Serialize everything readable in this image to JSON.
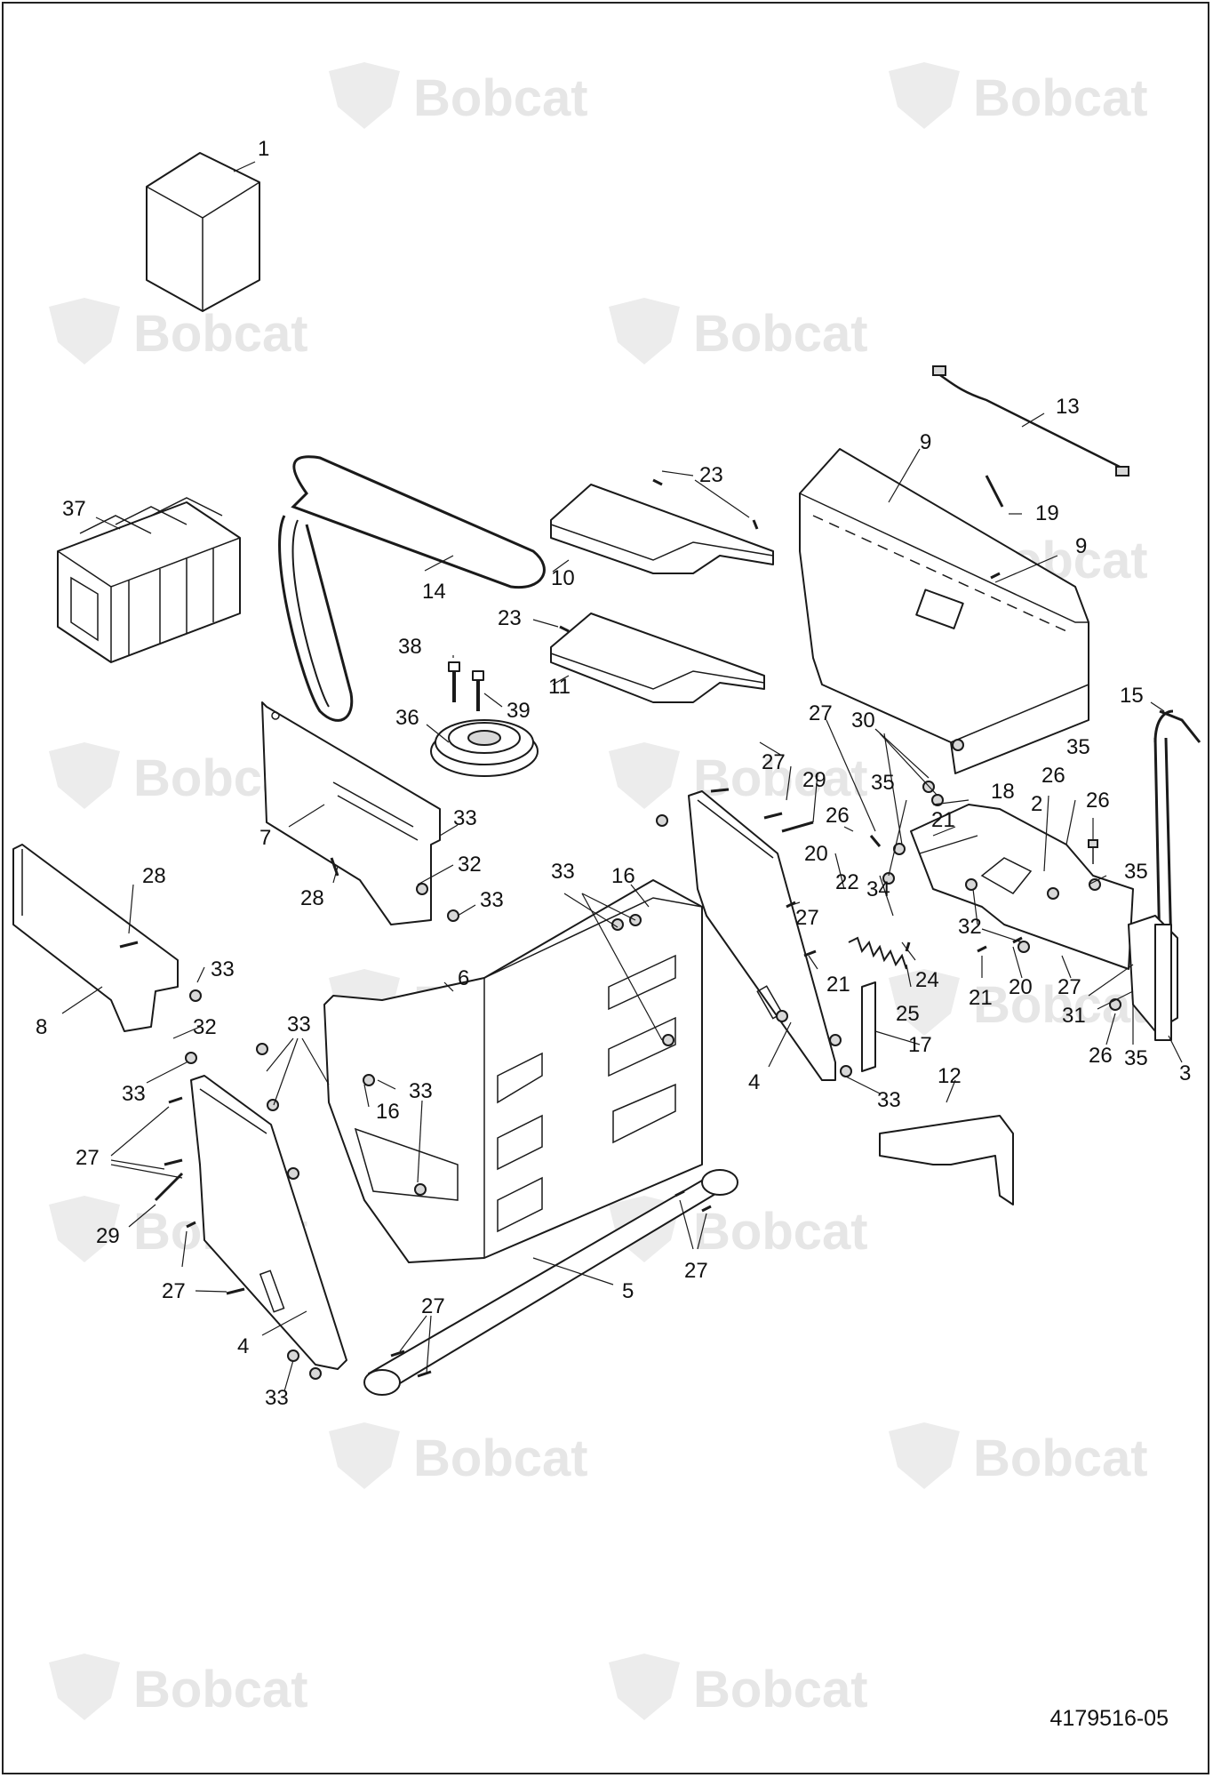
{
  "document_number": "4179516-05",
  "watermark": {
    "brand": "Bobcat"
  },
  "callouts": [
    "1",
    "2",
    "3",
    "4",
    "5",
    "6",
    "7",
    "8",
    "9",
    "10",
    "11",
    "12",
    "13",
    "14",
    "15",
    "16",
    "17",
    "18",
    "19",
    "20",
    "21",
    "22",
    "23",
    "24",
    "25",
    "26",
    "27",
    "28",
    "29",
    "30",
    "31",
    "32",
    "33",
    "34",
    "35",
    "36",
    "37",
    "38",
    "39"
  ]
}
